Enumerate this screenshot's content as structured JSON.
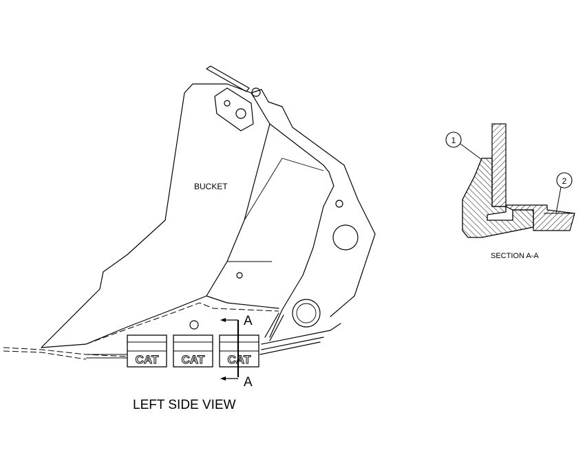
{
  "labels": {
    "bucket": "BUCKET",
    "left_side_view": "LEFT SIDE VIEW",
    "section": "SECTION A-A",
    "cut_top": "A",
    "cut_bottom": "A"
  },
  "tips": [
    {
      "brand": "CAT"
    },
    {
      "brand": "CAT"
    },
    {
      "brand": "CAT"
    }
  ],
  "callouts": [
    {
      "number": "1"
    },
    {
      "number": "2"
    }
  ]
}
